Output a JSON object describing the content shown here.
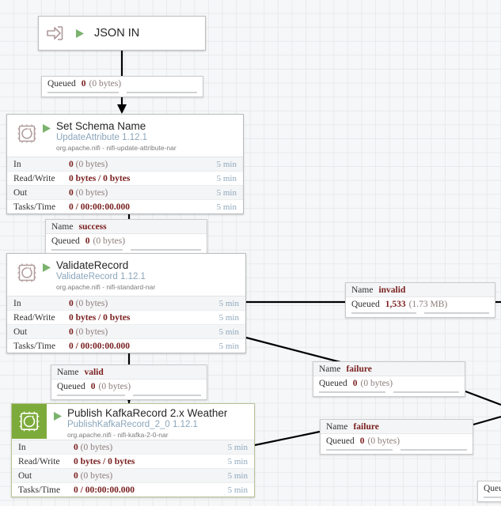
{
  "canvas": {
    "grid": true,
    "background": "#f6f7f8",
    "grid_color": "#e7eaec",
    "accent_running": "#7dab3b",
    "accent_type_text": "#8aa5bb",
    "accent_stat_value": "#7b2020"
  },
  "input_port": {
    "icon": "input-port-icon",
    "run_icon": "run-play-icon",
    "name": "JSON IN"
  },
  "processors": [
    {
      "id": "set-schema-name",
      "icon": "processor-chip-icon",
      "run_icon": "run-play-icon",
      "icon_highlighted": false,
      "name": "Set Schema Name",
      "type": "UpdateAttribute 1.12.1",
      "bundle": "org.apache.nifi - nifi-update-attribute-nar",
      "stats": [
        {
          "label": "In",
          "value": "0",
          "detail": "(0 bytes)",
          "time": "5 min"
        },
        {
          "label": "Read/Write",
          "value": "0 bytes / 0 bytes",
          "detail": "",
          "time": "5 min"
        },
        {
          "label": "Out",
          "value": "0",
          "detail": "(0 bytes)",
          "time": "5 min"
        },
        {
          "label": "Tasks/Time",
          "value": "0 / 00:00:00.000",
          "detail": "",
          "time": "5 min"
        }
      ]
    },
    {
      "id": "validate-record",
      "icon": "processor-chip-icon",
      "run_icon": "run-play-icon",
      "icon_highlighted": false,
      "name": "ValidateRecord",
      "type": "ValidateRecord 1.12.1",
      "bundle": "org.apache.nifi - nifi-standard-nar",
      "stats": [
        {
          "label": "In",
          "value": "0",
          "detail": "(0 bytes)",
          "time": "5 min"
        },
        {
          "label": "Read/Write",
          "value": "0 bytes / 0 bytes",
          "detail": "",
          "time": "5 min"
        },
        {
          "label": "Out",
          "value": "0",
          "detail": "(0 bytes)",
          "time": "5 min"
        },
        {
          "label": "Tasks/Time",
          "value": "0 / 00:00:00.000",
          "detail": "",
          "time": "5 min"
        }
      ]
    },
    {
      "id": "publish-kafkarecord",
      "icon": "processor-chip-icon",
      "run_icon": "run-play-icon",
      "icon_highlighted": true,
      "name": "Publish KafkaRecord 2.x Weather",
      "type": "PublishKafkaRecord_2_0 1.12.1",
      "bundle": "org.apache.nifi - nifi-kafka-2-0-nar",
      "stats": [
        {
          "label": "In",
          "value": "0",
          "detail": "(0 bytes)",
          "time": "5 min"
        },
        {
          "label": "Read/Write",
          "value": "0 bytes / 0 bytes",
          "detail": "",
          "time": "5 min"
        },
        {
          "label": "Out",
          "value": "0",
          "detail": "(0 bytes)",
          "time": "5 min"
        },
        {
          "label": "Tasks/Time",
          "value": "0 / 00:00:00.000",
          "detail": "",
          "time": "5 min"
        }
      ]
    }
  ],
  "connections": [
    {
      "id": "conn-port-to-setschema",
      "show_name": false,
      "name_key": "Name",
      "name": "",
      "queued_key": "Queued",
      "queued_count": "0",
      "queued_size": "(0 bytes)"
    },
    {
      "id": "conn-success",
      "show_name": true,
      "name_key": "Name",
      "name": "success",
      "queued_key": "Queued",
      "queued_count": "0",
      "queued_size": "(0 bytes)"
    },
    {
      "id": "conn-invalid",
      "show_name": true,
      "name_key": "Name",
      "name": "invalid",
      "queued_key": "Queued",
      "queued_count": "1,533",
      "queued_size": "(1.73 MB)"
    },
    {
      "id": "conn-failure-validate",
      "show_name": true,
      "name_key": "Name",
      "name": "failure",
      "queued_key": "Queued",
      "queued_count": "0",
      "queued_size": "(0 bytes)"
    },
    {
      "id": "conn-valid",
      "show_name": true,
      "name_key": "Name",
      "name": "valid",
      "queued_key": "Queued",
      "queued_count": "0",
      "queued_size": "(0 bytes)"
    },
    {
      "id": "conn-failure-kafka",
      "show_name": true,
      "name_key": "Name",
      "name": "failure",
      "queued_key": "Queued",
      "queued_count": "0",
      "queued_size": "(0 bytes)"
    },
    {
      "id": "conn-partial-bottom-right",
      "show_name": false,
      "name_key": "Name",
      "name": "",
      "queued_key": "Queued",
      "queued_count": "",
      "queued_size": ""
    }
  ]
}
